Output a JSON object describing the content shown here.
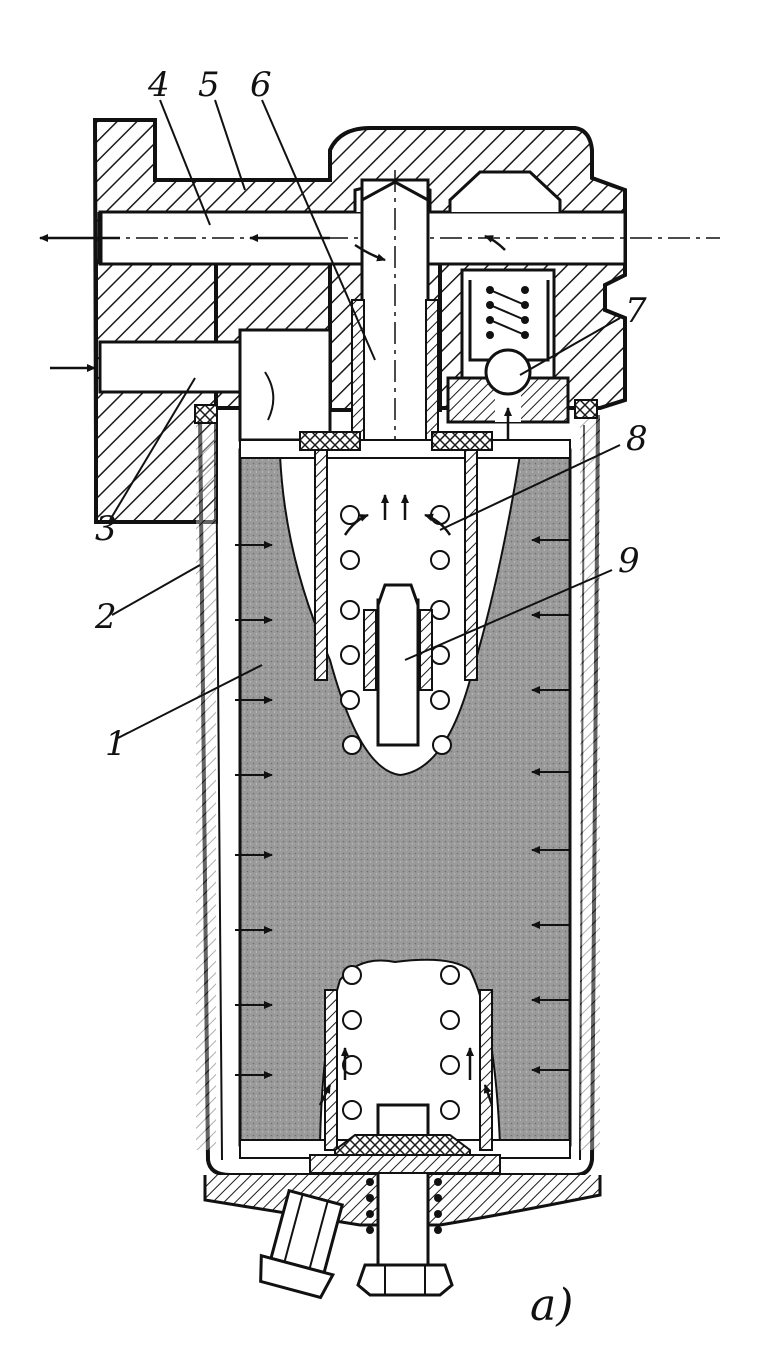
{
  "diagram": {
    "labels": [
      {
        "id": "1",
        "text": "1"
      },
      {
        "id": "2",
        "text": "2"
      },
      {
        "id": "3",
        "text": "3"
      },
      {
        "id": "4",
        "text": "4"
      },
      {
        "id": "5",
        "text": "5"
      },
      {
        "id": "6",
        "text": "6"
      },
      {
        "id": "7",
        "text": "7"
      },
      {
        "id": "8",
        "text": "8"
      },
      {
        "id": "9",
        "text": "9"
      }
    ],
    "caption": "a)",
    "colors": {
      "ink": "#111111",
      "filter_element": "#9a9a9a",
      "hatch": "#1a1a1a",
      "background": "#ffffff"
    }
  }
}
